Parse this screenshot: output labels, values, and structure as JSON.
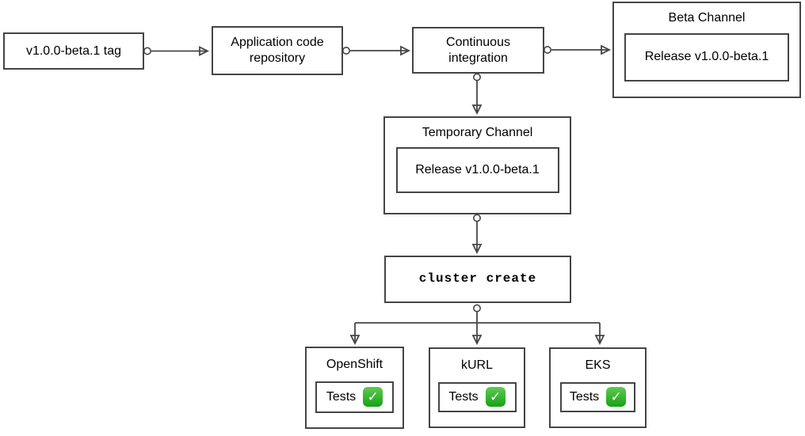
{
  "diagram": {
    "tag": {
      "label": "v1.0.0-beta.1 tag"
    },
    "repo": {
      "label": "Application code repository"
    },
    "ci": {
      "label": "Continuous integration"
    },
    "beta_channel": {
      "title": "Beta Channel",
      "release_label": "Release v1.0.0-beta.1"
    },
    "temporary_channel": {
      "title": "Temporary Channel",
      "release_label": "Release v1.0.0-beta.1"
    },
    "cluster_create": {
      "label": "cluster create"
    },
    "clusters": [
      {
        "title": "OpenShift",
        "tests_label": "Tests",
        "status": "passed"
      },
      {
        "title": "kURL",
        "tests_label": "Tests",
        "status": "passed"
      },
      {
        "title": "EKS",
        "tests_label": "Tests",
        "status": "passed"
      }
    ],
    "icons": {
      "check_glyph": "✓"
    },
    "colors": {
      "border": "#454545",
      "text": "#000000",
      "background": "#ffffff",
      "check_green_top": "#5fcb52",
      "check_green_bottom": "#16a214"
    }
  }
}
